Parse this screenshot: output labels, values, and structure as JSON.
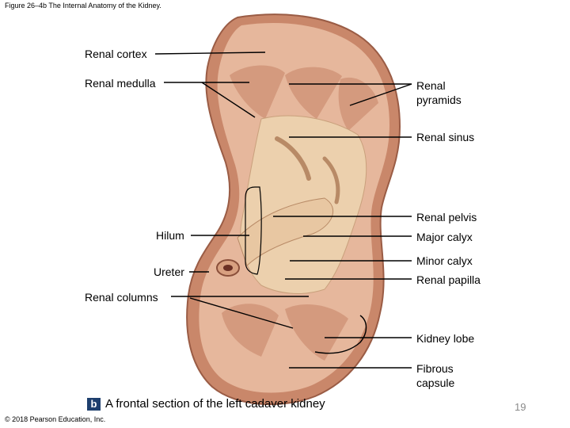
{
  "figure_title": "Figure 26–4b The Internal Anatomy of the Kidney.",
  "labels": {
    "renal_cortex": "Renal cortex",
    "renal_medulla": "Renal medulla",
    "renal_pyramids": [
      "Renal",
      "pyramids"
    ],
    "renal_sinus": "Renal sinus",
    "renal_pelvis": "Renal pelvis",
    "hilum": "Hilum",
    "major_calyx": "Major calyx",
    "minor_calyx": "Minor calyx",
    "ureter": "Ureter",
    "renal_papilla": "Renal papilla",
    "renal_columns": "Renal columns",
    "kidney_lobe": "Kidney lobe",
    "fibrous_capsule": [
      "Fibrous",
      "capsule"
    ]
  },
  "caption": {
    "badge": "b",
    "text": "A frontal section of the left cadaver kidney"
  },
  "copyright": "© 2018 Pearson Education, Inc.",
  "slide_number": "19",
  "colors": {
    "capsule": "#c9876a",
    "cortex": "#e6b79c",
    "medulla": "#d59c80",
    "sinus_fat": "#ecd0ad",
    "badge": "#1e3f6e"
  }
}
